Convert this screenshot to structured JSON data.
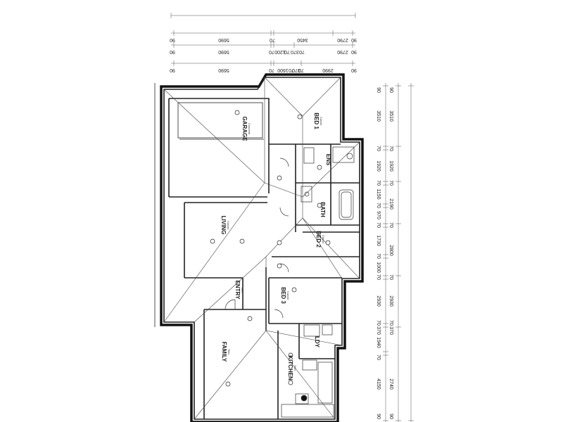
{
  "rooms": {
    "garage": {
      "name": "GARAGE",
      "finish": "Concrete"
    },
    "bed1": {
      "name": "BED 1",
      "finish": "Carpet"
    },
    "ens": {
      "name": "ENS"
    },
    "bath": {
      "name": "BATH"
    },
    "living": {
      "name": "LIVING",
      "finish": "Carpet"
    },
    "bed2": {
      "name": "BED 2",
      "finish": "Carpet"
    },
    "entry": {
      "name": "ENTRY",
      "finish": "Tiles"
    },
    "bed3": {
      "name": "BED 3",
      "finish": "Carpet"
    },
    "family": {
      "name": "FAMILY",
      "finish": "Tiles"
    },
    "kitchen": {
      "name": "KITCHEN",
      "finish": "Tiles"
    },
    "ldy": {
      "name": "LDY"
    }
  },
  "top_dims": {
    "row1": [
      "90",
      "5690",
      "70",
      "3450",
      "2790",
      "90"
    ],
    "row2": [
      "90",
      "5690",
      "70",
      "1200",
      "70",
      "370",
      "70",
      "3450",
      "2790",
      "90"
    ],
    "row3": [
      "90",
      "5690",
      "70",
      "1600",
      "70",
      "370",
      "70",
      "2990",
      "90"
    ]
  },
  "right_dims": {
    "col1": [
      "90",
      "3510",
      "70",
      "1920",
      "70",
      "1150",
      "70",
      "970",
      "70",
      "1730",
      "70",
      "1000",
      "70",
      "2930",
      "70",
      "370",
      "1940",
      "70",
      "4150",
      "90"
    ],
    "col2": [
      "90",
      "3510",
      "70",
      "1920",
      "70",
      "2190",
      "70",
      "2800",
      "70",
      "2930",
      "70",
      "370",
      "2740",
      "90"
    ]
  }
}
